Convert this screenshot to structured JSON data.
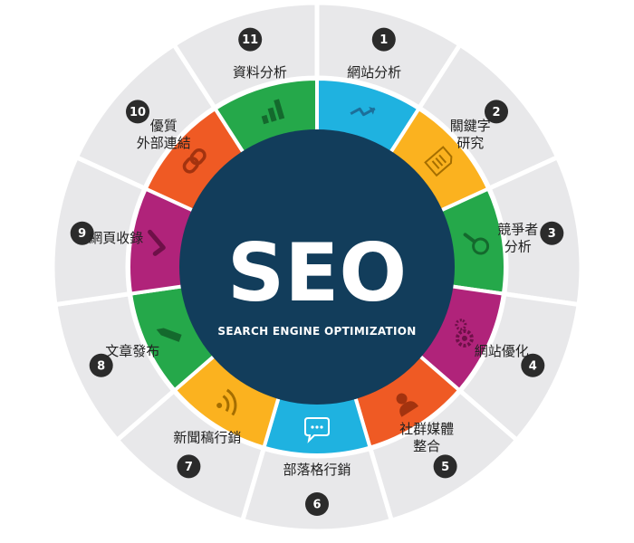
{
  "center": {
    "title": "SEO",
    "subtitle": "SEARCH ENGINE OPTIMIZATION",
    "color": "#123d5b"
  },
  "ring_colors": {
    "outer": "#e8e8ea",
    "separator": "#ffffff"
  },
  "segments": [
    {
      "number": "1",
      "lines": [
        "網站分析"
      ],
      "color": "#1fb2e0",
      "icon": "trend-line-icon"
    },
    {
      "number": "2",
      "lines": [
        "關鍵字",
        "研究"
      ],
      "color": "#fbb21f",
      "icon": "document-icon"
    },
    {
      "number": "3",
      "lines": [
        "競爭者",
        "分析"
      ],
      "color": "#25a84a",
      "icon": "magnifier-icon"
    },
    {
      "number": "4",
      "lines": [
        "網站優化"
      ],
      "color": "#b0237a",
      "icon": "gears-icon"
    },
    {
      "number": "5",
      "lines": [
        "社群媒體",
        "整合"
      ],
      "color": "#ef5a24",
      "icon": "person-icon"
    },
    {
      "number": "6",
      "lines": [
        "部落格行銷"
      ],
      "color": "#1fb2e0",
      "icon": "chat-bubble-icon"
    },
    {
      "number": "7",
      "lines": [
        "新聞稿行銷"
      ],
      "color": "#fbb21f",
      "icon": "rss-icon"
    },
    {
      "number": "8",
      "lines": [
        "文章發布"
      ],
      "color": "#25a84a",
      "icon": "pencil-icon"
    },
    {
      "number": "9",
      "lines": [
        "網頁收錄"
      ],
      "color": "#b0237a",
      "icon": "checkmark-icon"
    },
    {
      "number": "10",
      "lines": [
        "優質",
        "外部連結"
      ],
      "color": "#ef5a24",
      "icon": "chain-link-icon"
    },
    {
      "number": "11",
      "lines": [
        "資料分析"
      ],
      "color": "#25a84a",
      "icon": "bar-chart-icon"
    }
  ]
}
